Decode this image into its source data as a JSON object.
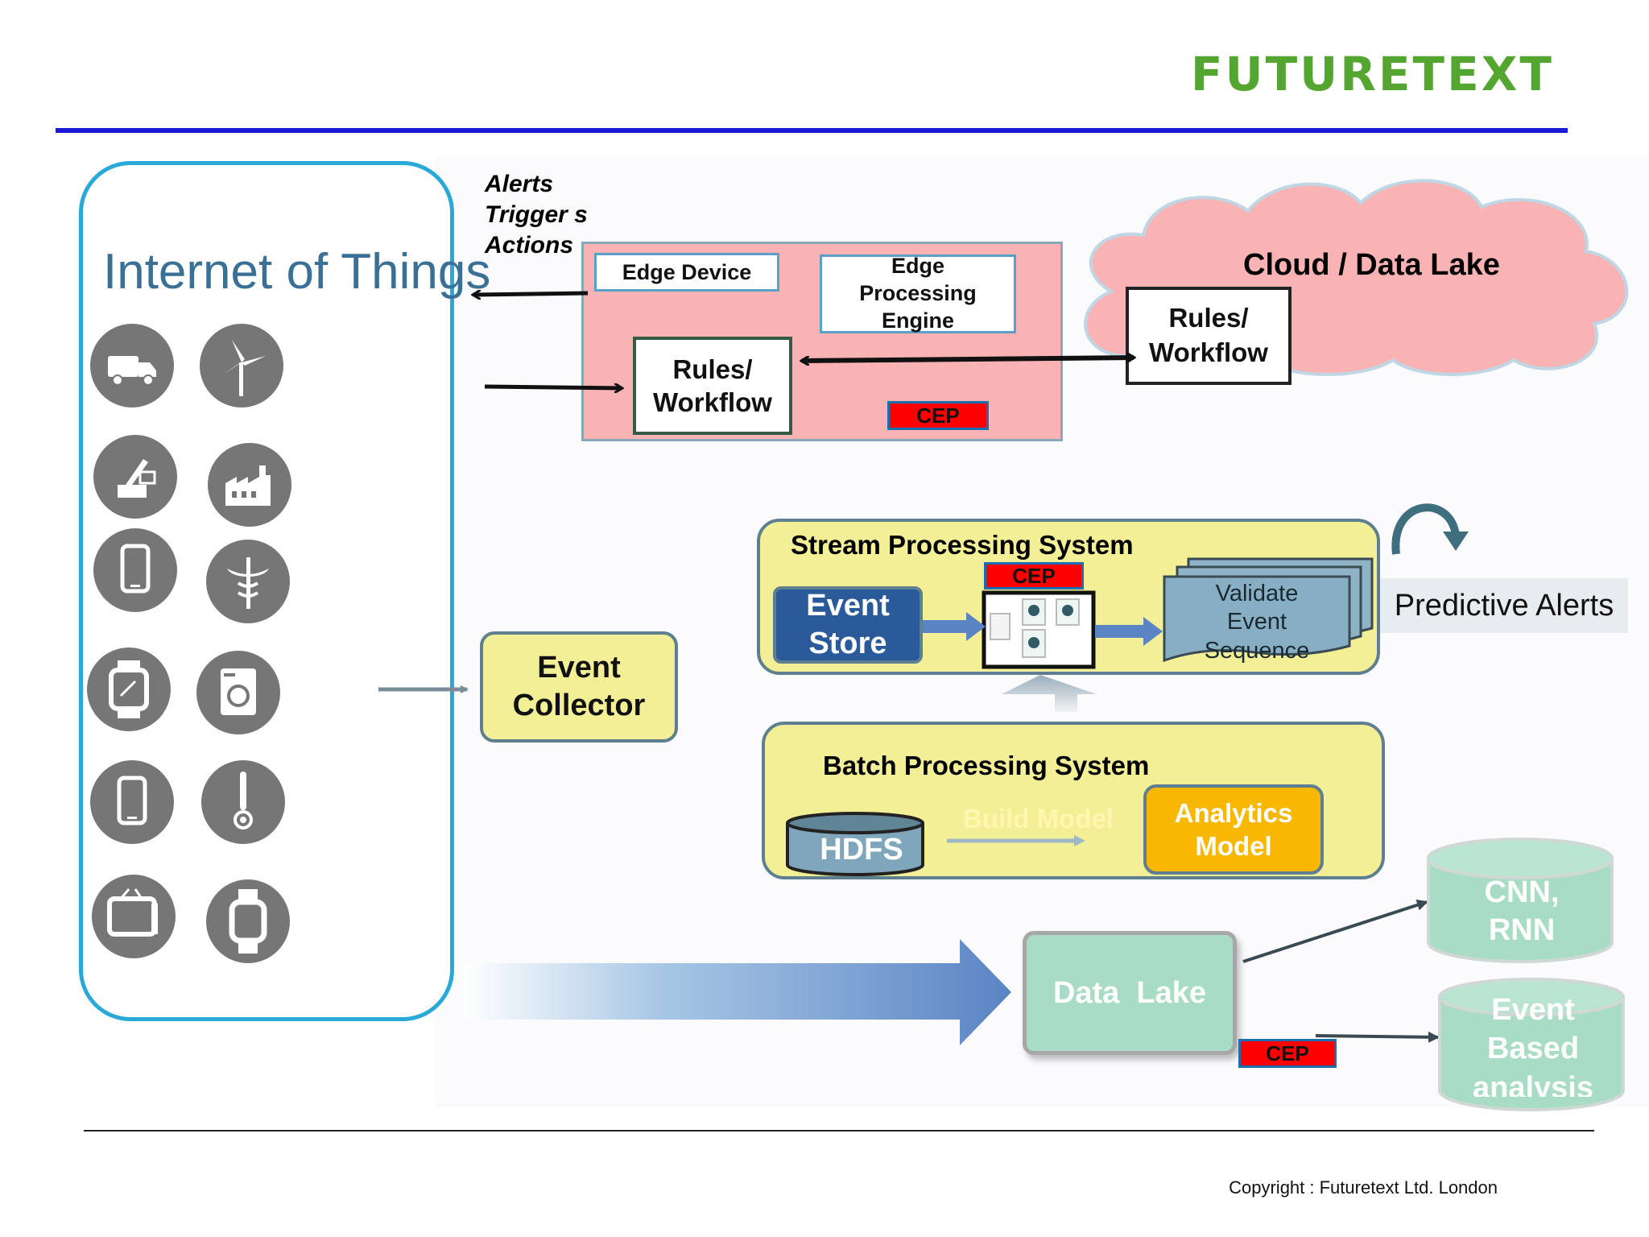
{
  "header": {
    "logo_text": "FUTURETEXT"
  },
  "footer": {
    "copyright": "Copyright : Futuretext Ltd. London"
  },
  "iot": {
    "title": "Internet of Things",
    "icons": [
      "truck-icon",
      "wind-turbine-icon",
      "crane-icon",
      "factory-icon",
      "mobile-phone-icon",
      "medical-caduceus-icon",
      "smartwatch-icon",
      "washing-machine-icon",
      "mobile-phone-icon",
      "thermometer-icon",
      "television-icon",
      "wearable-band-icon"
    ]
  },
  "alerts_text": {
    "line1": "Alerts",
    "line2": "Trigger s",
    "line3": "Actions"
  },
  "edge": {
    "device_label": "Edge Device",
    "engine_label": "Edge Processing Engine",
    "rules_label": "Rules/ Workflow",
    "cep_label": "CEP"
  },
  "cloud": {
    "title": "Cloud / Data Lake",
    "rules_label": "Rules/ Workflow"
  },
  "event_collector": {
    "label": "Event Collector"
  },
  "stream": {
    "title": "Stream Processing System",
    "event_store": "Event Store",
    "cep_label": "CEP",
    "validate_label": "Validate Event Sequence"
  },
  "predictive_alerts": {
    "label": "Predictive Alerts"
  },
  "batch": {
    "title": "Batch Processing System",
    "hdfs_label": "HDFS",
    "build_model": "Build Model",
    "analytics_model": "Analytics Model"
  },
  "data_lake": {
    "label": "Data  Lake",
    "cep_label": "CEP",
    "cnn_label": "CNN, RNN",
    "event_based_label": "Event Based analysis"
  },
  "colors": {
    "logo_green": "#55a630",
    "rule_blue": "#1a1ad6",
    "iot_border": "#2aa8d8",
    "edge_pink": "#f9b3b4",
    "yellow_panel": "#f3ef96",
    "event_store_blue": "#2a5a9a",
    "analytics_orange": "#f8b700",
    "data_lake_green": "#a8dcc4",
    "cep_red": "#ff0000"
  }
}
